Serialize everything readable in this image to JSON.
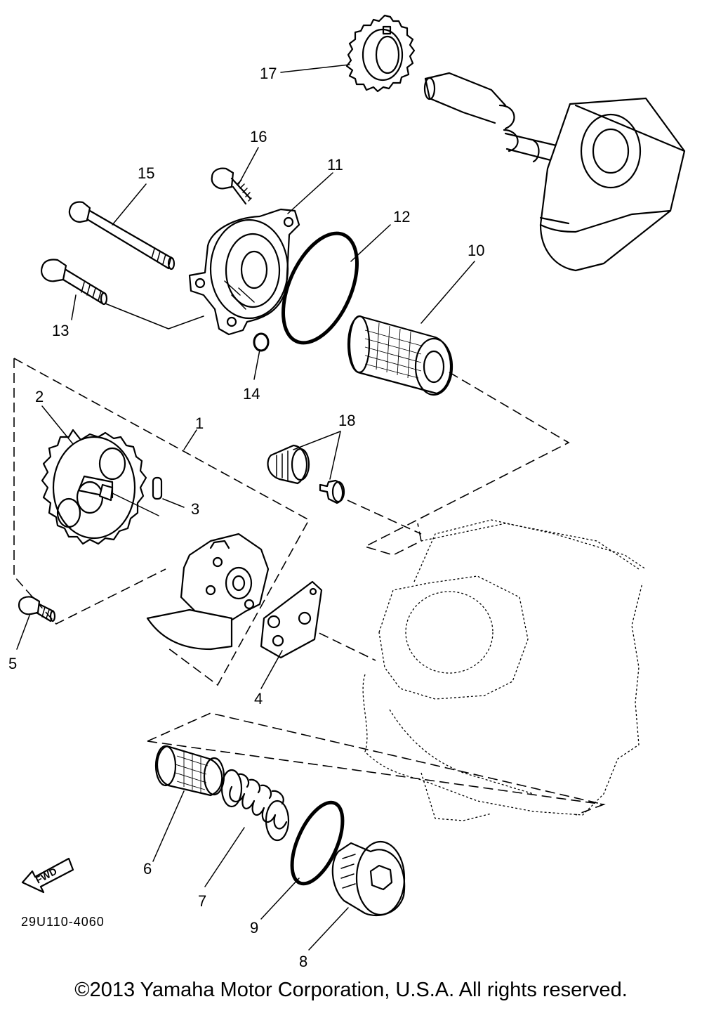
{
  "parts": [
    {
      "id": "1",
      "label": "1"
    },
    {
      "id": "2",
      "label": "2"
    },
    {
      "id": "3",
      "label": "3"
    },
    {
      "id": "4",
      "label": "4"
    },
    {
      "id": "5",
      "label": "5"
    },
    {
      "id": "6",
      "label": "6"
    },
    {
      "id": "7",
      "label": "7"
    },
    {
      "id": "8",
      "label": "8"
    },
    {
      "id": "9",
      "label": "9"
    },
    {
      "id": "10",
      "label": "10"
    },
    {
      "id": "11",
      "label": "11"
    },
    {
      "id": "12",
      "label": "12"
    },
    {
      "id": "13",
      "label": "13"
    },
    {
      "id": "14",
      "label": "14"
    },
    {
      "id": "15",
      "label": "15"
    },
    {
      "id": "16",
      "label": "16"
    },
    {
      "id": "17",
      "label": "17"
    },
    {
      "id": "18",
      "label": "18"
    }
  ],
  "fwd_label": "FWD",
  "diagram_code": "29U110-4060",
  "copyright": "©2013 Yamaha Motor Corporation, U.S.A. All rights reserved."
}
